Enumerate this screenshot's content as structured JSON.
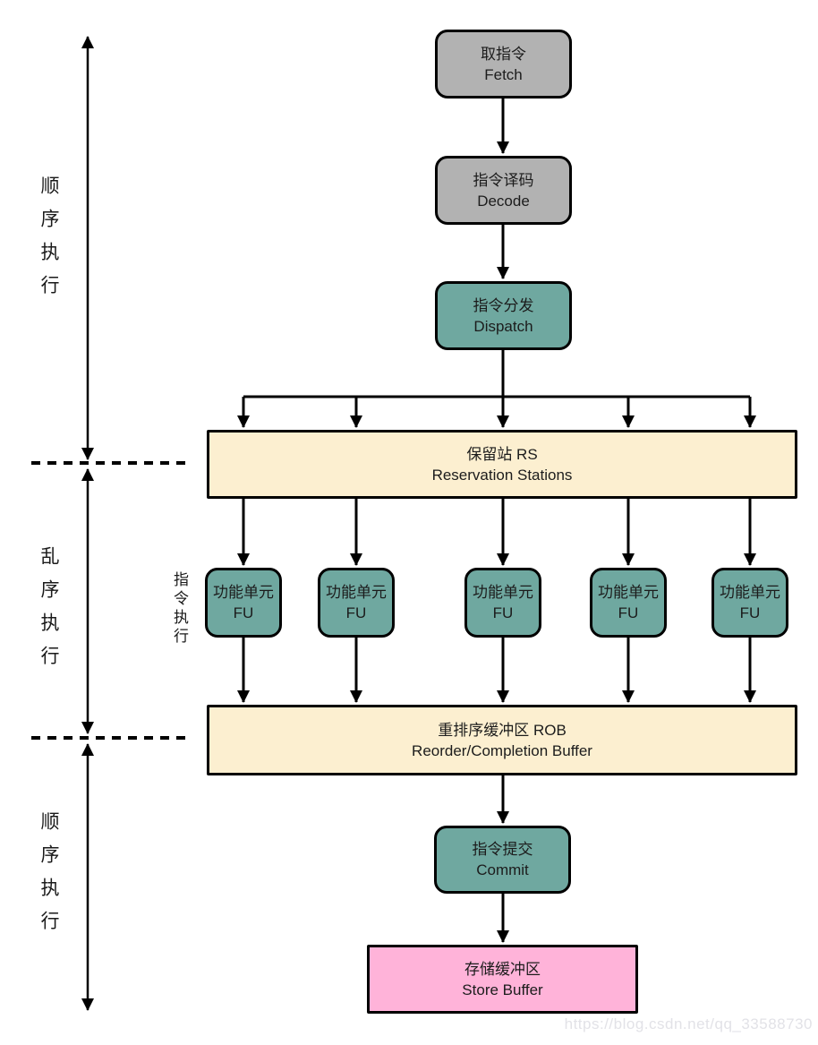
{
  "colors": {
    "stage_gray": "#b2b2b2",
    "stage_teal": "#6fa8a0",
    "buffer_cream": "#fcefd0",
    "store_pink": "#ffb3d9",
    "line_black": "#000000",
    "watermark_gray": "#e2e2e7"
  },
  "nodes": {
    "fetch": {
      "zh": "取指令",
      "en": "Fetch"
    },
    "decode": {
      "zh": "指令译码",
      "en": "Decode"
    },
    "dispatch": {
      "zh": "指令分发",
      "en": "Dispatch"
    },
    "reservation_stations": {
      "zh": "保留站 RS",
      "en": "Reservation Stations"
    },
    "functional_unit": {
      "zh": "功能单元",
      "en": "FU",
      "count": 5
    },
    "reorder_buffer": {
      "zh": "重排序缓冲区 ROB",
      "en": "Reorder/Completion Buffer"
    },
    "commit": {
      "zh": "指令提交",
      "en": "Commit"
    },
    "store_buffer": {
      "zh": "存储缓冲区",
      "en": "Store Buffer"
    }
  },
  "side_labels": {
    "in_order_top": "顺序执行",
    "out_of_order": "乱序执行",
    "in_order_bottom": "顺序执行",
    "execute": "指令执行"
  },
  "watermark": "https://blog.csdn.net/qq_33588730"
}
